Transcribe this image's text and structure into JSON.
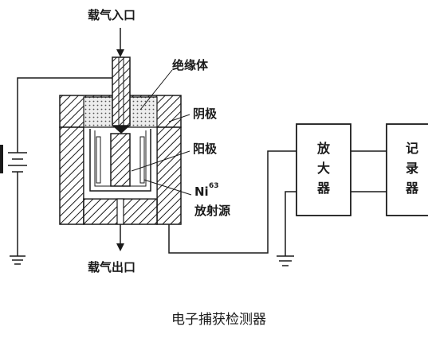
{
  "labels": {
    "gas_inlet": "载气入口",
    "insulator": "绝缘体",
    "cathode": "阴极",
    "anode": "阳极",
    "source_element": "Ni",
    "source_isotope": "63",
    "source_name": "放射源",
    "gas_outlet": "载气出口",
    "amplifier": [
      "放",
      "大",
      "器"
    ],
    "recorder": [
      "记",
      "录",
      "器"
    ],
    "caption": "电子捕获检测器"
  },
  "colors": {
    "line": "#1a1a1a",
    "insulator_fill": "#d8d8d8",
    "background": "#ffffff"
  }
}
